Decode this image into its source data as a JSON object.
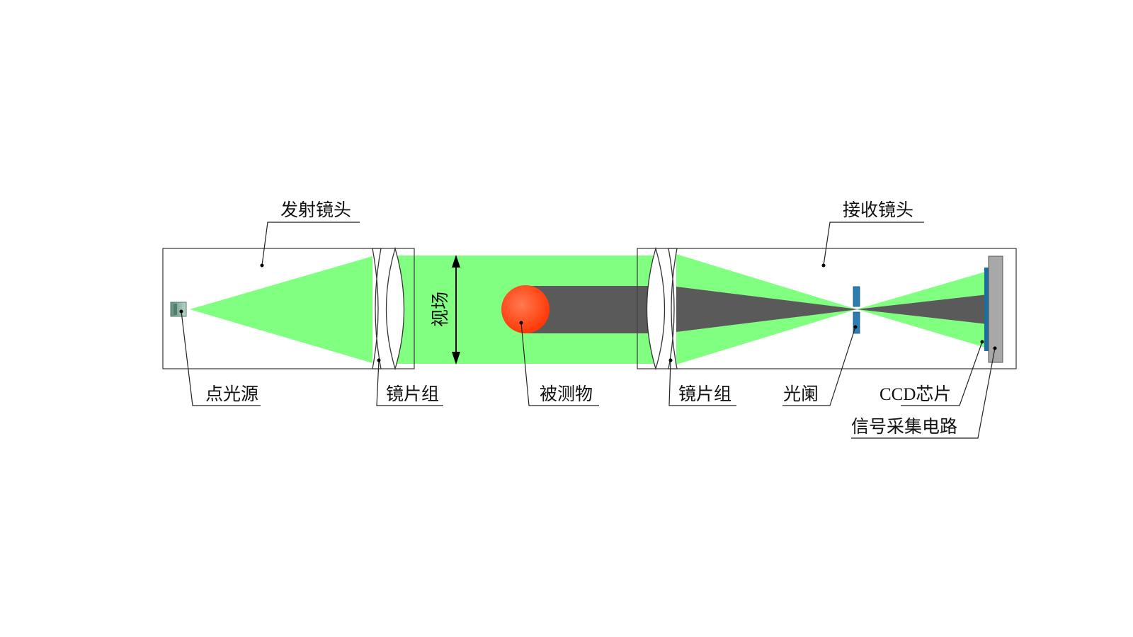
{
  "labels": {
    "emit_lens": "发射镜头",
    "receive_lens": "接收镜头",
    "point_source": "点光源",
    "lens_group_left": "镜片组",
    "field_of_view": "视场",
    "measured_object": "被测物",
    "lens_group_right": "镜片组",
    "aperture": "光阑",
    "ccd_chip": "CCD芯片",
    "signal_circuit": "信号采集电路"
  },
  "colors": {
    "beam": "#80ff80",
    "shadow": "#5a5a5a",
    "object_center": "#ff7a50",
    "object_edge": "#ff3300",
    "aperture": "#2a7fb0",
    "ccd_chip": "#1a6fa0",
    "circuit_board": "#a8a8a8",
    "source_body": "#7f9f8f"
  }
}
